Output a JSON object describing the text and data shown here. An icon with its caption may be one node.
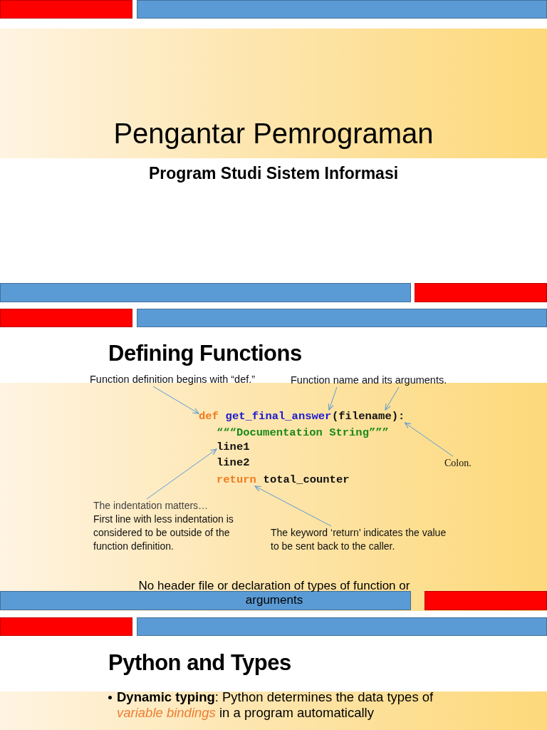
{
  "diagram": {
    "nodes": [
      {
        "text": [
          "Function definition begins with “def.”"
        ]
      },
      {
        "text": [
          "Function name and its arguments."
        ]
      },
      {
        "text": [
          "def"
        ]
      },
      {
        "text": [
          "get_final_answer"
        ]
      },
      {
        "text": [
          "(filename)"
        ]
      },
      {
        "text": [
          ":"
        ]
      },
      {
        "text": [
          "“““Documentation String”””"
        ]
      },
      {
        "text": [
          "line1"
        ]
      },
      {
        "text": [
          "line2"
        ]
      },
      {
        "text": [
          "return"
        ]
      },
      {
        "text": [
          "total_counter"
        ]
      },
      {
        "text": [
          "Colon."
        ]
      },
      {
        "text": [
          "The indentation matters…",
          "First line with less indentation is considered to be outside of the function definition."
        ]
      },
      {
        "text": [
          "The keyword ‘return’ indicates the value to be sent back to the caller."
        ]
      }
    ],
    "edges": [
      {
        "from": 0,
        "to": 2,
        "arrow": "to"
      },
      {
        "from": 1,
        "to": 3,
        "arrow": "to"
      },
      {
        "from": 1,
        "to": 4,
        "arrow": "to"
      },
      {
        "from": 11,
        "to": 5,
        "arrow": "to"
      },
      {
        "from": 12,
        "to": 7,
        "arrow": "to"
      },
      {
        "from": 13,
        "to": 9,
        "arrow": "to"
      }
    ],
    "labels": [
      "Pengantar Pemrograman",
      "Program Studi Sistem Informasi",
      "Defining Functions",
      "No header file or declaration of types of function or arguments",
      "Python and Types",
      "**Dynamic typing**: Python determines the data types of *variable bindings* in a program automatically"
    ]
  }
}
